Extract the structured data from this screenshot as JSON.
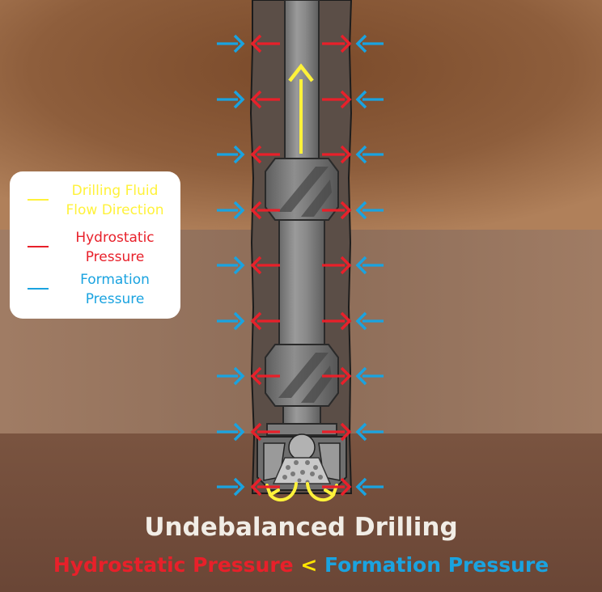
{
  "colors": {
    "drilling_fluid": "#fff23a",
    "hydrostatic": "#e8202a",
    "formation": "#1aa3e0",
    "title_text": "#f1ede6",
    "separator": "#ffe600"
  },
  "legend": {
    "items": [
      {
        "key": "drilling_fluid",
        "line1": "Drilling Fluid",
        "line2": "Flow Direction"
      },
      {
        "key": "hydrostatic",
        "line1": "Hydrostatic",
        "line2": "Pressure"
      },
      {
        "key": "formation",
        "line1": "Formation",
        "line2": "Pressure"
      }
    ]
  },
  "caption": {
    "title": "Undebalanced Drilling",
    "left_term": "Hydrostatic Pressure",
    "operator": "<",
    "right_term": "Formation Pressure"
  },
  "pressure_arrow_rows": 9
}
